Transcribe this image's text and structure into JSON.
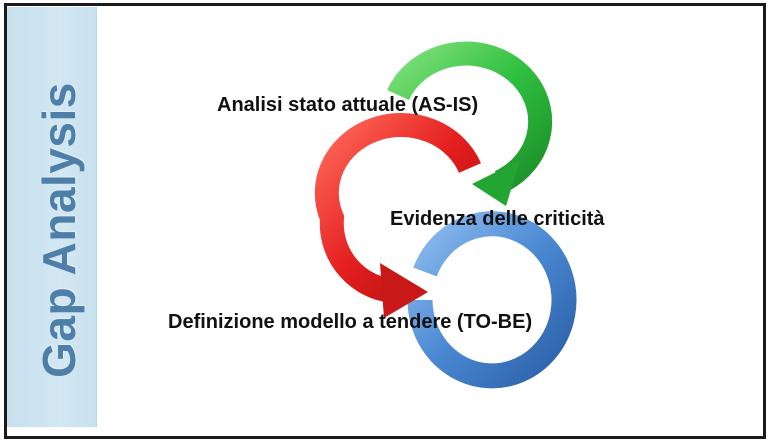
{
  "title": "Gap Analysis",
  "steps": [
    {
      "label": "Analisi  stato attuale (AS-IS)",
      "color": "#2fbf3f"
    },
    {
      "label": "Evidenza delle criticità",
      "color": "#e41e1e"
    },
    {
      "label": "Definizione modello a tendere (TO-BE)",
      "color": "#3f7fc8"
    }
  ],
  "colors": {
    "panel": "#c6e0ee",
    "title": "#4e7fa8",
    "border": "#1a1a1a"
  }
}
